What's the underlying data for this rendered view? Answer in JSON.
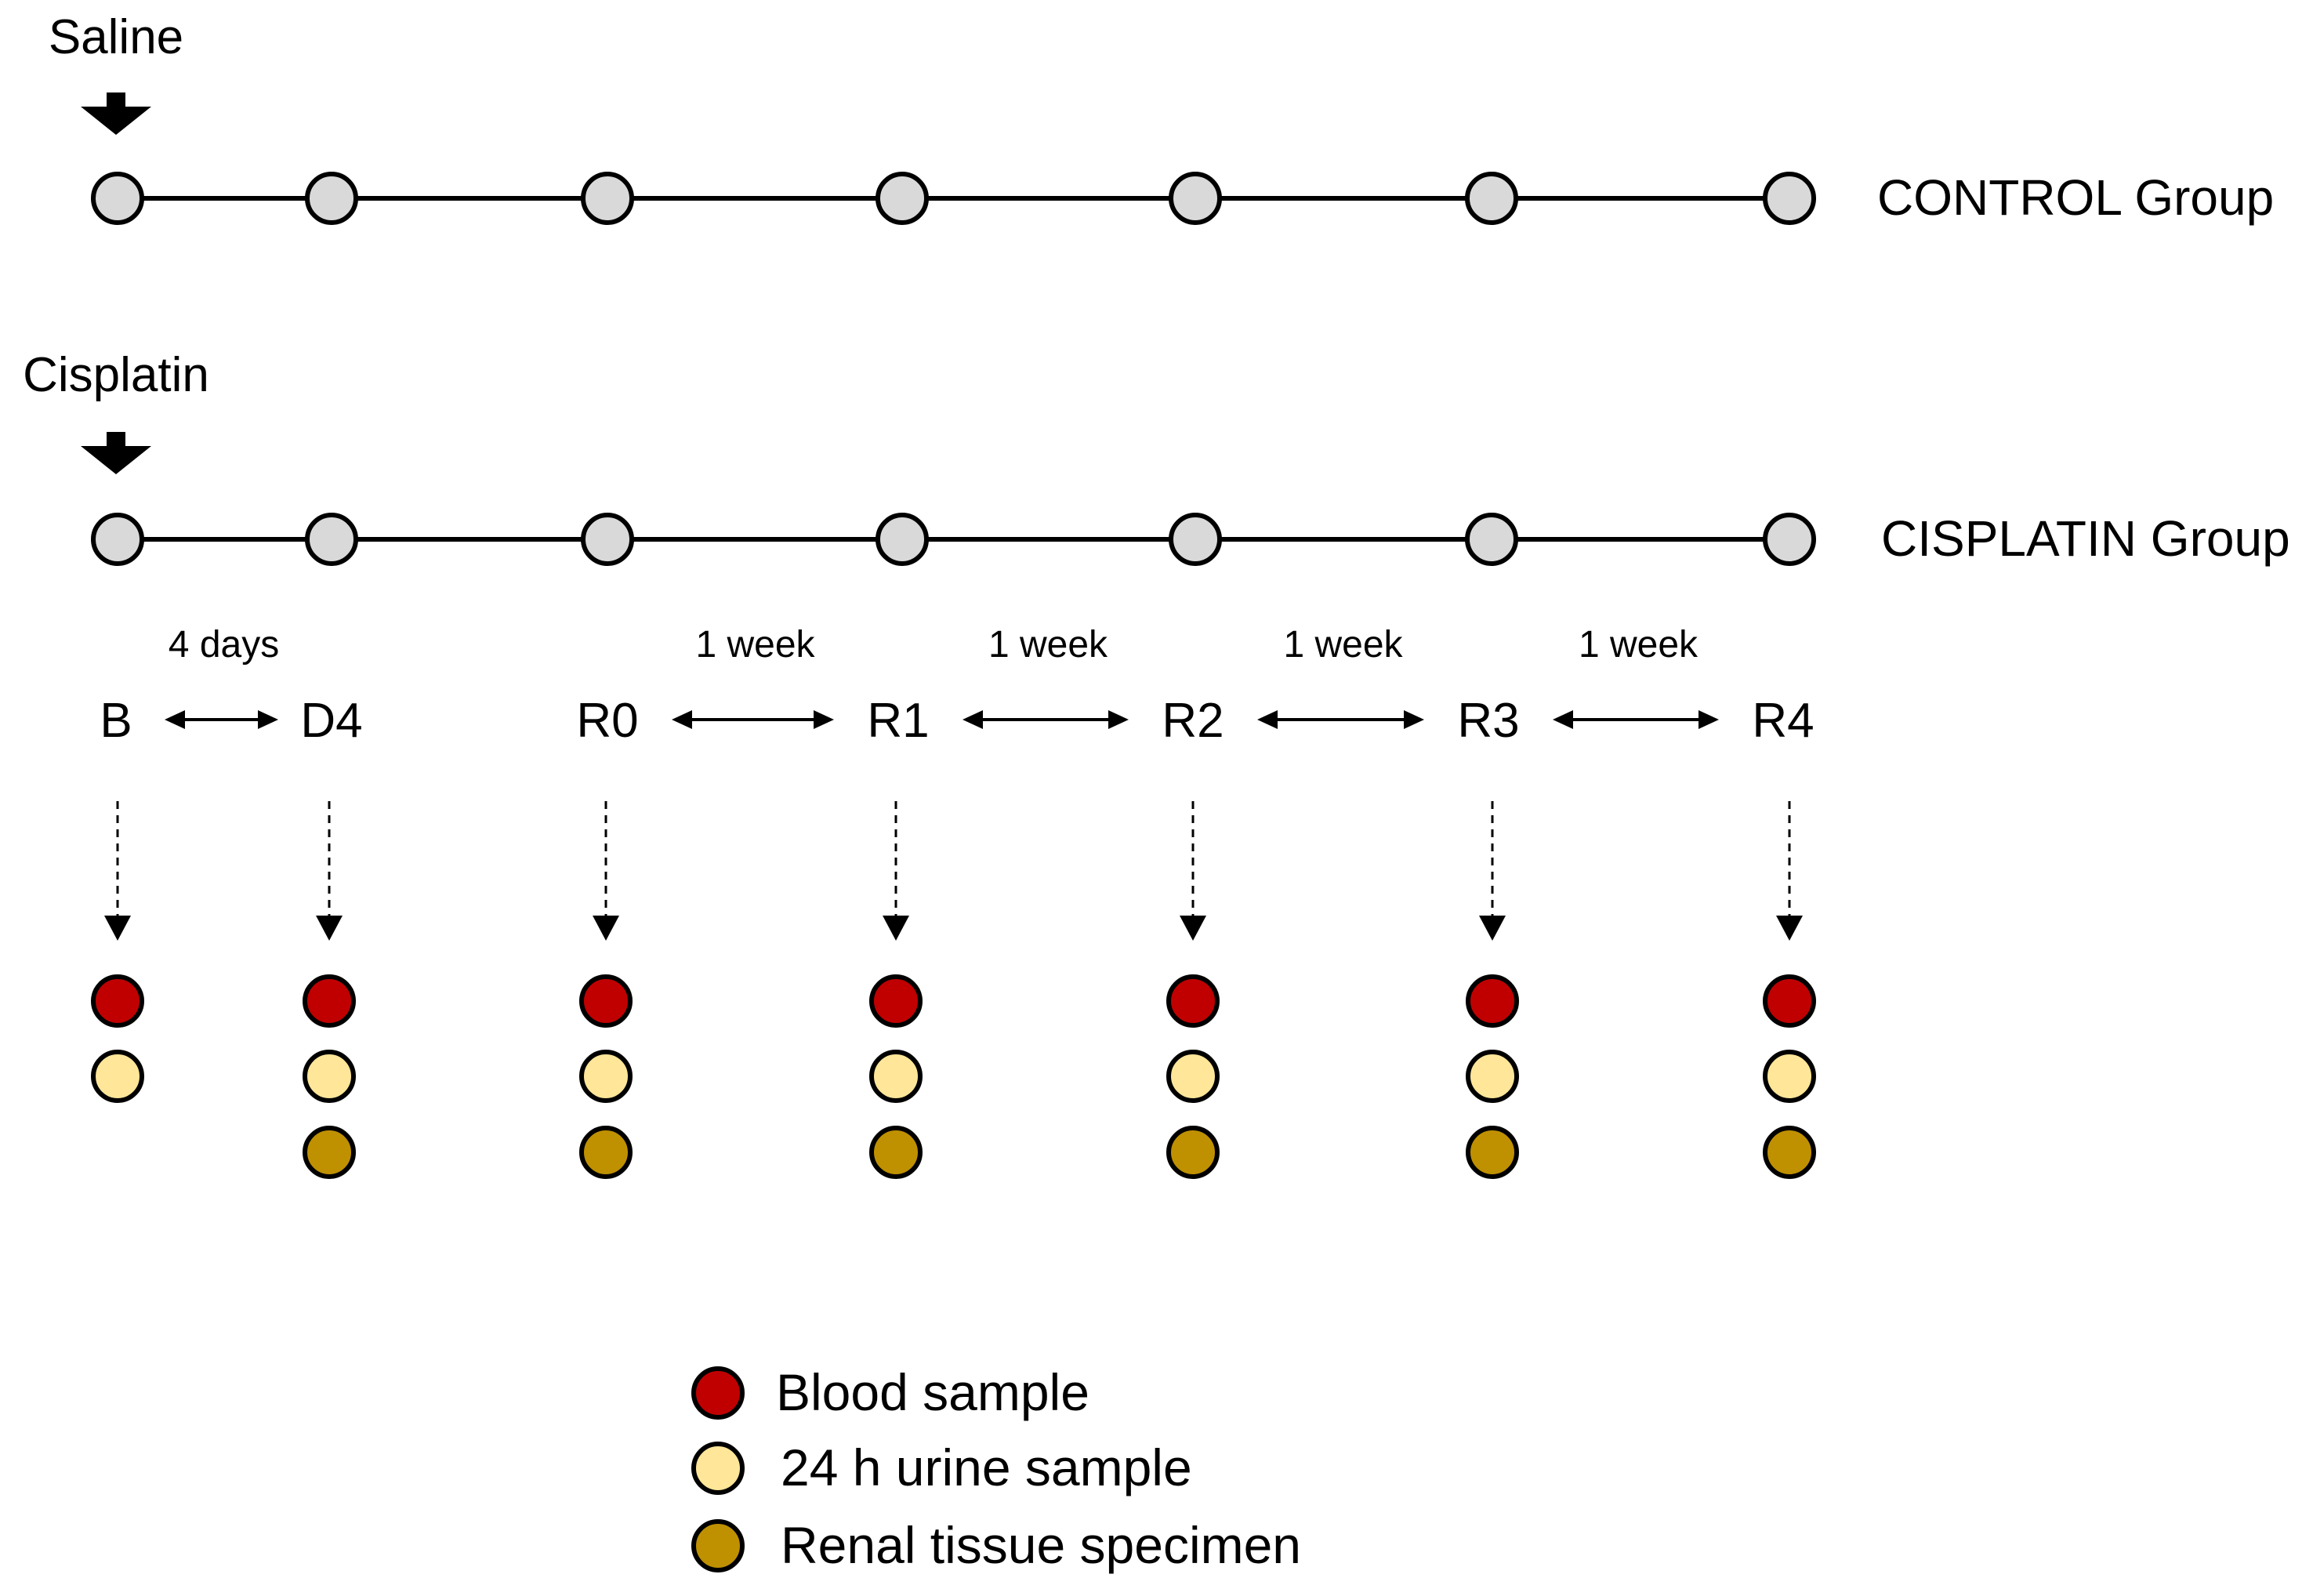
{
  "groups": [
    {
      "treatment_label": "Saline",
      "group_label": "CONTROL Group"
    },
    {
      "treatment_label": "Cisplatin",
      "group_label": "CISPLATIN Group"
    }
  ],
  "timepoints": [
    "B",
    "D4",
    "R0",
    "R1",
    "R2",
    "R3",
    "R4"
  ],
  "intervals": [
    {
      "label": "4 days",
      "from": "B",
      "to": "D4"
    },
    {
      "label": "1 week",
      "from": "R0",
      "to": "R1"
    },
    {
      "label": "1 week",
      "from": "R1",
      "to": "R2"
    },
    {
      "label": "1 week",
      "from": "R2",
      "to": "R3"
    },
    {
      "label": "1 week",
      "from": "R3",
      "to": "R4"
    }
  ],
  "samples": [
    {
      "timepoint": "B",
      "types": [
        "blood",
        "urine"
      ]
    },
    {
      "timepoint": "D4",
      "types": [
        "blood",
        "urine",
        "tissue"
      ]
    },
    {
      "timepoint": "R0",
      "types": [
        "blood",
        "urine",
        "tissue"
      ]
    },
    {
      "timepoint": "R1",
      "types": [
        "blood",
        "urine",
        "tissue"
      ]
    },
    {
      "timepoint": "R2",
      "types": [
        "blood",
        "urine",
        "tissue"
      ]
    },
    {
      "timepoint": "R3",
      "types": [
        "blood",
        "urine",
        "tissue"
      ]
    },
    {
      "timepoint": "R4",
      "types": [
        "blood",
        "urine",
        "tissue"
      ]
    }
  ],
  "legend": [
    {
      "key": "blood",
      "label": "Blood sample",
      "color": "#c00000"
    },
    {
      "key": "urine",
      "label": "24 h urine sample",
      "color": "#ffe699"
    },
    {
      "key": "tissue",
      "label": "Renal tissue specimen",
      "color": "#bf9000"
    }
  ],
  "colors": {
    "timeline_node": "#d9d9d9",
    "stroke": "#000000"
  }
}
